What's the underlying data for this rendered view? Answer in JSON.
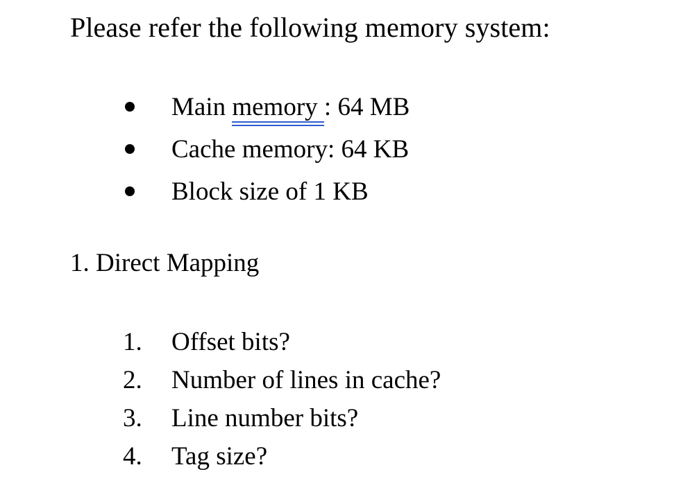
{
  "document": {
    "heading": "Please refer the following memory system:",
    "specs": {
      "items": [
        {
          "bullet": "•",
          "prefix": "Main ",
          "marked": "memory ",
          "suffix": ": 64 MB",
          "full_text": "Main memory : 64 MB",
          "marked_style": "double-blue-underline"
        },
        {
          "bullet": "•",
          "prefix": "",
          "marked": "",
          "suffix": "Cache memory: 64 KB",
          "full_text": "Cache memory: 64 KB",
          "marked_style": "none"
        },
        {
          "bullet": "•",
          "prefix": "",
          "marked": "",
          "suffix": "Block size of 1 KB",
          "full_text": "Block size of 1 KB",
          "marked_style": "none"
        }
      ]
    },
    "section": {
      "marker": "1.",
      "title": "Direct Mapping",
      "heading": "1. Direct Mapping"
    },
    "questions": [
      {
        "marker": "1.",
        "text": "Offset bits?"
      },
      {
        "marker": "2.",
        "text": "Number of lines in cache?"
      },
      {
        "marker": "3.",
        "text": "Line number bits?"
      },
      {
        "marker": "4.",
        "text": "Tag size?"
      }
    ]
  },
  "colors": {
    "background": "#ffffff",
    "text": "#000000",
    "underline_accent": "#2e5bd0"
  }
}
